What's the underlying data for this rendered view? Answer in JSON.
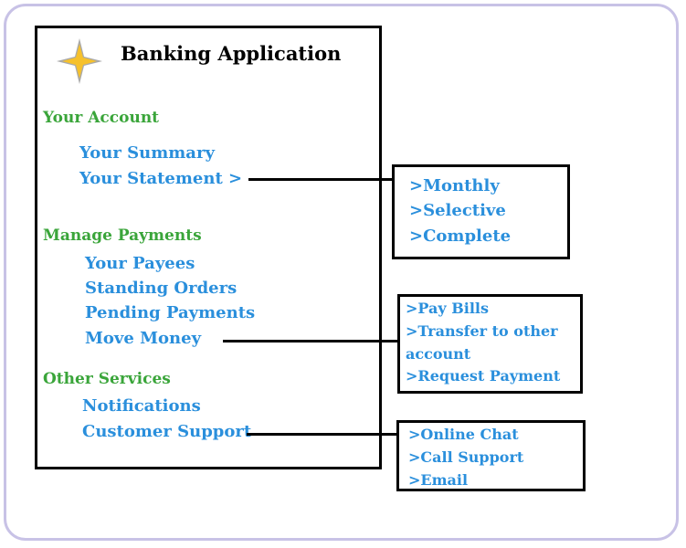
{
  "colors": {
    "section": "#3aa53a",
    "item": "#2a8fdc",
    "border": "#000000",
    "frame": "#c8c2e6",
    "star": "#f6c12c"
  },
  "app": {
    "title": "Banking Application",
    "logo_icon": "four-point-star-icon"
  },
  "sections": [
    {
      "label": "Your Account",
      "items": [
        "Your Summary",
        "Your Statement >"
      ]
    },
    {
      "label": "Manage Payments",
      "items": [
        "Your Payees",
        "Standing Orders",
        "Pending Payments",
        "Move Money"
      ]
    },
    {
      "label": "Other Services",
      "items": [
        "Notifications",
        "Customer Support"
      ]
    }
  ],
  "submenus": {
    "statement": [
      ">Monthly",
      ">Selective",
      ">Complete"
    ],
    "move_money": [
      ">Pay Bills",
      ">Transfer to other",
      "account",
      ">Request Payment"
    ],
    "support": [
      ">Online Chat",
      ">Call Support",
      ">Email"
    ]
  }
}
